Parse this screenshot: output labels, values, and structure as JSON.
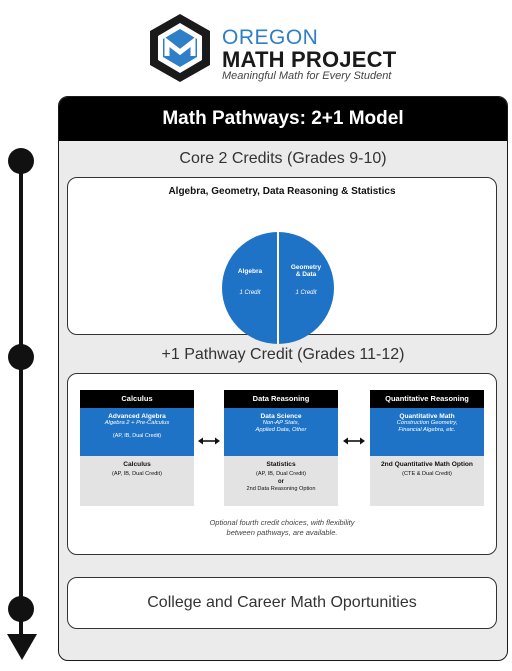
{
  "logo": {
    "line1": "OREGON",
    "line2": "MATH PROJECT",
    "tagline": "Meaningful Math for Every Student",
    "colors": {
      "blue": "#2f7fc8",
      "dark": "#1a1a1a"
    }
  },
  "title": "Math Pathways: 2+1 Model",
  "core": {
    "heading": "Core 2 Credits (Grades 9-10)",
    "subheading": "Algebra, Geometry, Data Reasoning & Statistics",
    "slices": [
      {
        "label": "Algebra",
        "credit": "1 Credit",
        "value": 1
      },
      {
        "label_line1": "Geometry",
        "label_line2": "& Data",
        "credit": "1 Credit",
        "value": 1
      }
    ]
  },
  "pathway": {
    "heading": "+1 Pathway Credit (Grades 11-12)",
    "cards": [
      {
        "header": "Calculus",
        "blue_title": "Advanced Algebra",
        "blue_sub1": "Algebra 2 + Pre-Calculus",
        "blue_sub2": "",
        "blue_note": "(AP, IB, Dual Credit)",
        "gray_title": "Calculus",
        "gray_note": "(AP, IB, Dual Credit)",
        "gray_or": "",
        "gray_extra": ""
      },
      {
        "header": "Data Reasoning",
        "blue_title": "Data Science",
        "blue_sub1": "Non-AP Stats,",
        "blue_sub2": "Applied Data, Other",
        "blue_note": "",
        "gray_title": "Statistics",
        "gray_note": "(AP, IB, Dual Credit)",
        "gray_or": "or",
        "gray_extra": "2nd Data Reasoning Option"
      },
      {
        "header": "Quantitative Reasoning",
        "blue_title": "Quantitative Math",
        "blue_sub1": "Construction Geometry,",
        "blue_sub2": "Financial Algebra, etc.",
        "blue_note": "",
        "gray_title": "2nd Quantitative Math Option",
        "gray_note": "(CTE & Dual Credit)",
        "gray_or": "",
        "gray_extra": ""
      }
    ],
    "note_line1": "Optional fourth credit choices, with flexibility",
    "note_line2": "between pathways, are available."
  },
  "career": "College and Career Math Oportunities",
  "colors": {
    "accent_blue": "#1f73c6",
    "header_black": "#000000",
    "panel_gray": "#ebebeb"
  }
}
